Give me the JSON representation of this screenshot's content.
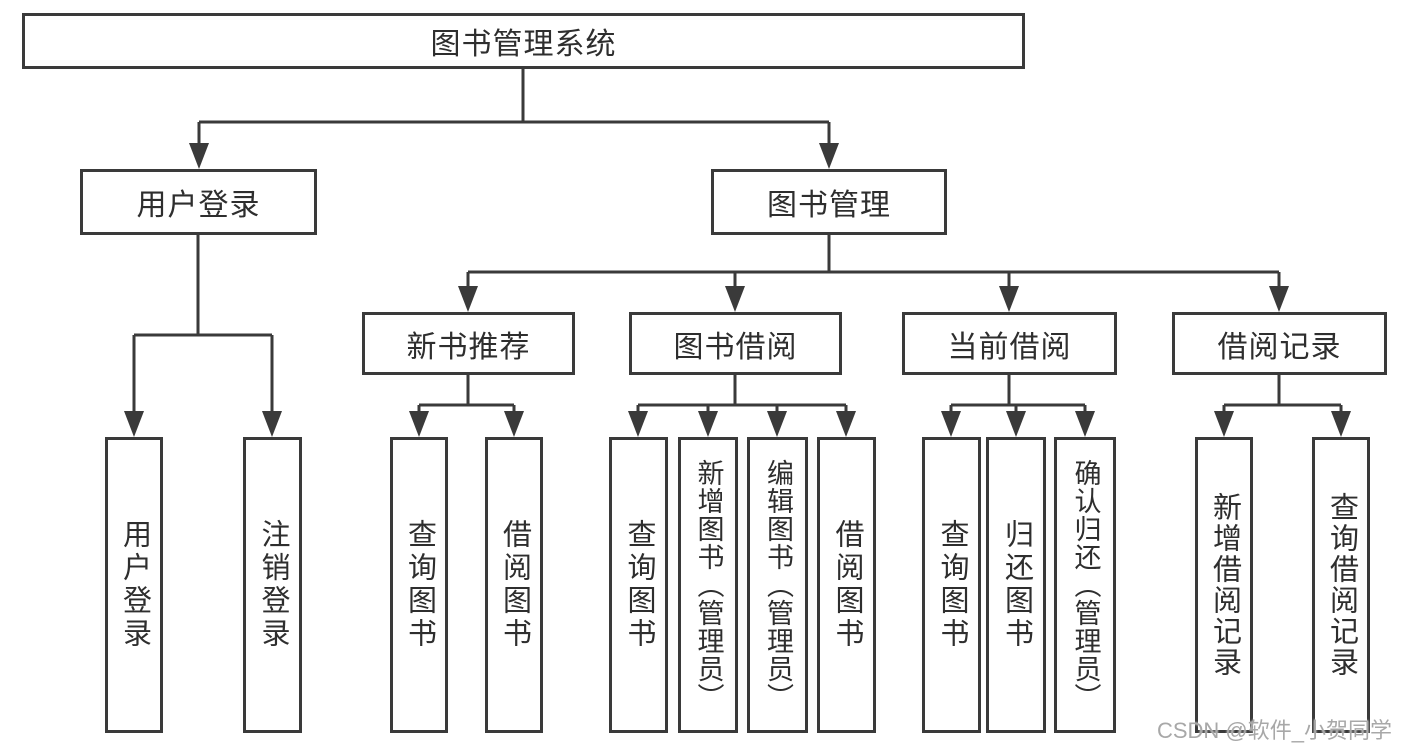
{
  "diagram": {
    "title": "图书管理系统",
    "level2": {
      "user_login": "用户登录",
      "book_mgmt": "图书管理"
    },
    "level3": {
      "new_book": "新书推荐",
      "book_borrow": "图书借阅",
      "current_borrow": "当前借阅",
      "borrow_record": "借阅记录"
    },
    "level4": {
      "user_login_op": "用户登录",
      "logout_op": "注销登录",
      "nb_query": "查询图书",
      "nb_borrow": "借阅图书",
      "bb_query": "查询图书",
      "bb_add": "新增图书（管理员）",
      "bb_edit": "编辑图书（管理员）",
      "bb_borrow": "借阅图书",
      "cb_query": "查询图书",
      "cb_return": "归还图书",
      "cb_confirm": "确认归还（管理员）",
      "br_add": "新增借阅记录",
      "br_query": "查询借阅记录"
    },
    "watermark": "CSDN @软件_小贺同学",
    "colors": {
      "line": "#3a3a3a",
      "text": "#2e2e2e",
      "watermark": "#a8a8a8",
      "background": "#ffffff"
    }
  }
}
